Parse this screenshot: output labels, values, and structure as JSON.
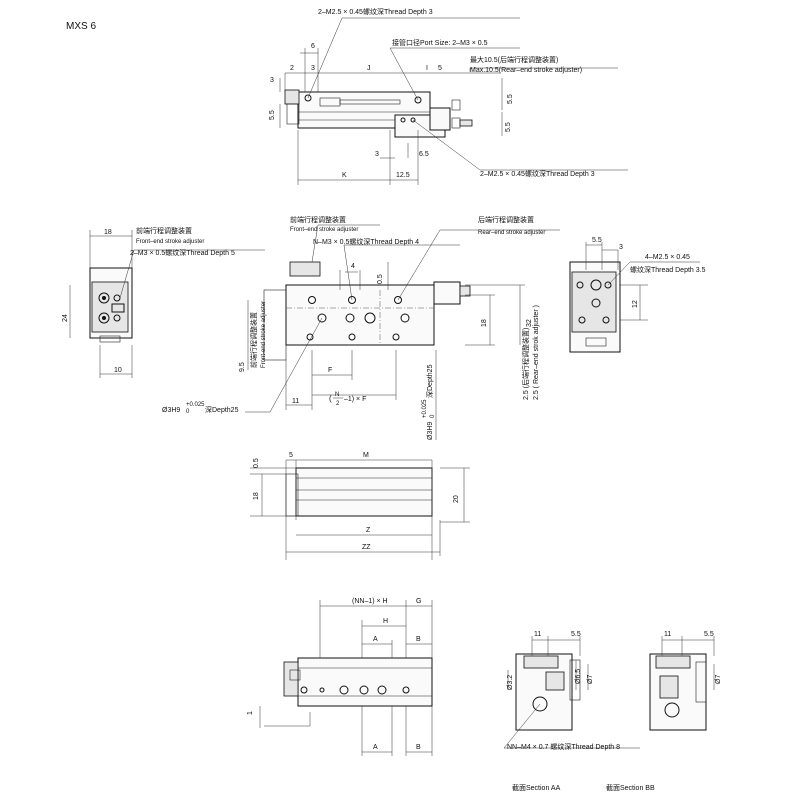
{
  "title": "MXS 6",
  "top_view": {
    "callout_thread_top": "2–M2.5 × 0.45螺纹深Thread Depth 3",
    "callout_port": "接管口径Port Size: 2–M3 × 0.5",
    "callout_max_cn": "最大10.5(后端行程调整装置)",
    "callout_max_en": "Max.10.5(Rear–end stroke adjuster)",
    "callout_thread_bottom": "2–M2.5 × 0.45螺纹深Thread Depth 3",
    "dims": {
      "d6": "6",
      "d2": "2",
      "d3a": "3",
      "dJ": "J",
      "dI": "I",
      "d5": "5",
      "d3b": "3",
      "d55a": "5.5",
      "d55b": "5.5",
      "d55c": "5.5",
      "d3c": "3",
      "d65": "6.5",
      "dK": "K",
      "d125": "12.5"
    }
  },
  "left_view": {
    "front_adjuster_cn": "前端行程调整装置",
    "front_adjuster_en": "Front–end stroke adjuster",
    "thread": "2–M3 × 0.5螺纹深Thread Depth 5",
    "d18": "18",
    "d24": "24",
    "d10": "10"
  },
  "main_view": {
    "front_adjuster_cn": "前端行程调整装置",
    "front_adjuster_en": "Front–end stroke adjuster",
    "thread_nm3": "N–M3 × 0.5螺纹深Thread Depth 4",
    "rear_adjuster_cn": "后端行程调整装置",
    "rear_adjuster_en": "Rear–end stroke adjuster",
    "d4": "4",
    "d05": "0.5",
    "d18": "18",
    "d32": "32",
    "d95": "9.5",
    "vertical_front_cn": "前端行程调整装置",
    "vertical_front_en": "Front-end stroke adjuster",
    "d25_label": "2.5 (后端行程调整装置)",
    "d25_label_en": "2.5 ( Rear–end strok adjuster )",
    "dF": "F",
    "d11": "11",
    "formula_n": "N",
    "formula_2": "2",
    "formula_rest": "–1) × F",
    "hole_left": "Ø3H9",
    "hole_left_tol": "+0.025",
    "hole_left_tol0": "0",
    "hole_left_depth": "深Depth25",
    "hole_right": "Ø3H9",
    "hole_right_tol": "+0.025",
    "hole_right_tol0": "0",
    "hole_right_depth": "深Depth25"
  },
  "right_view": {
    "d55": "5.5",
    "d3": "3",
    "thread_cn": "4–M2.5 × 0.45",
    "thread_en": "螺纹深Thread Depth 3.5",
    "d12": "12"
  },
  "side_view": {
    "d05": "0.5",
    "d5": "5",
    "dM": "M",
    "d18": "18",
    "d20": "20",
    "dZ": "Z",
    "dZZ": "ZZ"
  },
  "bottom_view": {
    "dNN": "(NN–1) × H",
    "dG": "G",
    "dH": "H",
    "dA": "A",
    "dB": "B",
    "dA2": "A",
    "dB2": "B",
    "d1": "1",
    "thread": "NN–M4 × 0.7 螺纹深Thread Depth 8"
  },
  "section_aa": {
    "label": "截面Section AA",
    "d11": "11",
    "d55": "5.5",
    "d32": "Ø3.2",
    "d65": "Ø6.5",
    "d7": "Ø7"
  },
  "section_bb": {
    "label": "截面Section BB",
    "d11": "11",
    "d55": "5.5",
    "d7": "Ø7"
  }
}
